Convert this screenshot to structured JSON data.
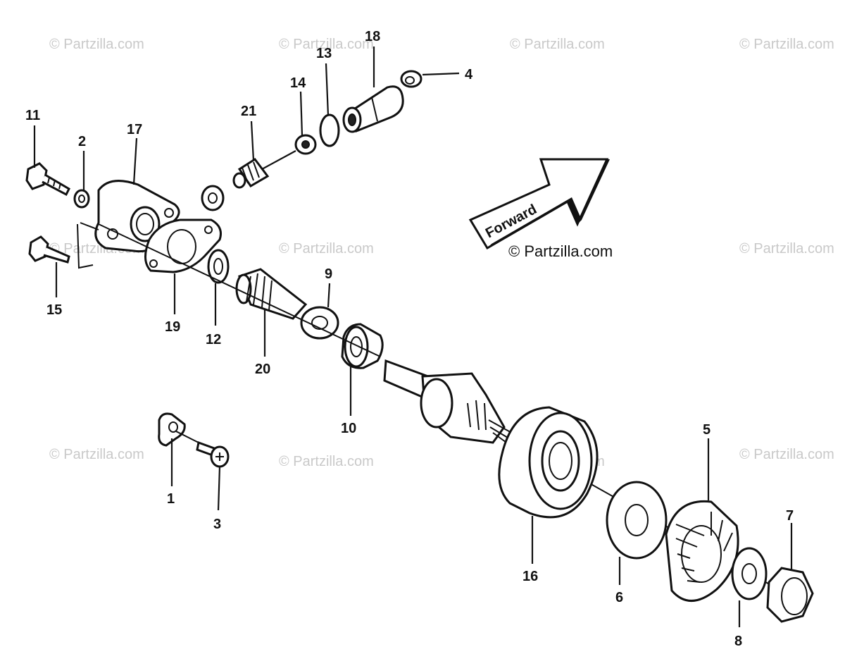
{
  "watermark": "© Partzilla.com",
  "credit": "© Partzilla.com",
  "arrow_label": "Forward",
  "callouts": [
    "1",
    "2",
    "3",
    "4",
    "5",
    "6",
    "7",
    "8",
    "9",
    "10",
    "11",
    "12",
    "13",
    "14",
    "15",
    "16",
    "17",
    "18",
    "19",
    "20",
    "21"
  ]
}
